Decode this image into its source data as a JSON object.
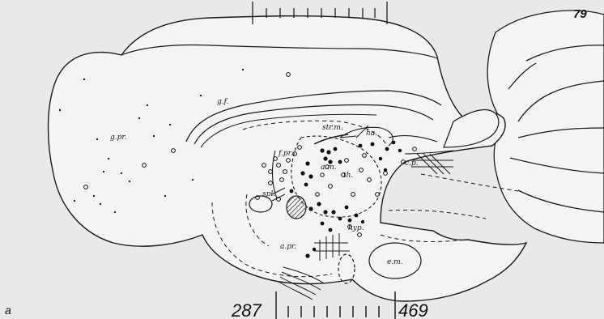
{
  "figure": {
    "page_number": "79",
    "panel_letter": "a",
    "scale_left": "287",
    "scale_right": "469",
    "labels": {
      "gf": "g.f.",
      "gpr": "g.pr.",
      "strm": "str.m.",
      "ha": "ha.",
      "am": "a.m.",
      "th": "th.",
      "fpr": "f.pr.",
      "cp": "c.p.",
      "spl": "spl.",
      "hyp": "hyp.",
      "apr": "a.pr.",
      "em": "e.m."
    }
  },
  "colors": {
    "paper": "#e9e9e9",
    "ink": "#1a1a1a",
    "region_fill": "#f4f4f4"
  }
}
